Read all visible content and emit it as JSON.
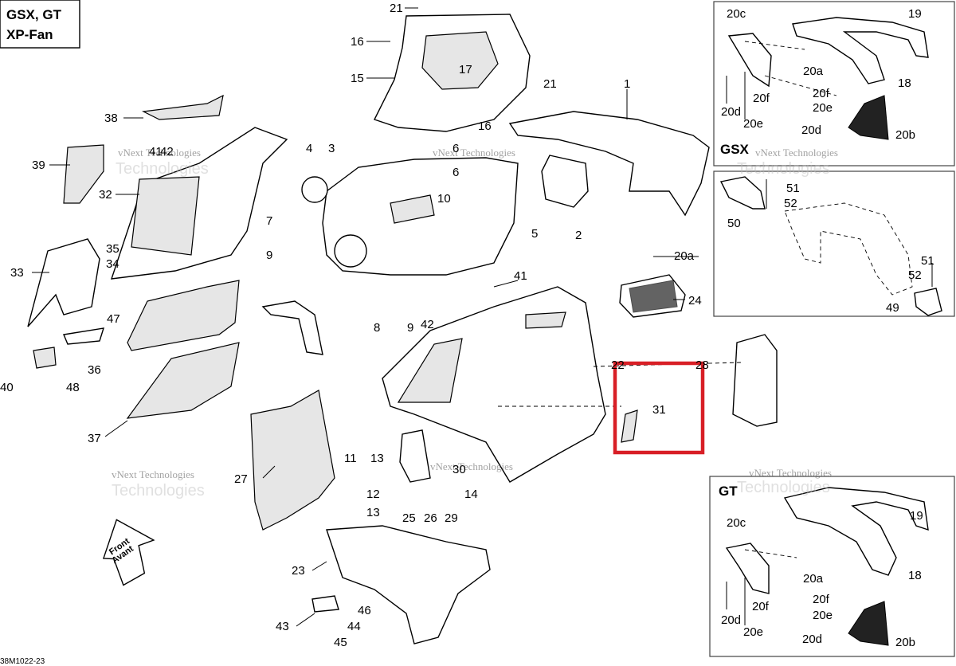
{
  "title_box": {
    "line1": "GSX, GT",
    "line2": "XP-Fan"
  },
  "inset_labels": {
    "gsx": "GSX",
    "gt": "GT"
  },
  "front_arrow": {
    "line1": "Front",
    "line2": "Avant"
  },
  "drawing_code": "38M1022-23",
  "watermark": {
    "line1": "vNext Technologies",
    "line2": "Technologies"
  },
  "callouts": [
    {
      "id": "c21a",
      "text": "21"
    },
    {
      "id": "c16a",
      "text": "16"
    },
    {
      "id": "c15",
      "text": "15"
    },
    {
      "id": "c17",
      "text": "17"
    },
    {
      "id": "c21b",
      "text": "21"
    },
    {
      "id": "c16b",
      "text": "16"
    },
    {
      "id": "c1",
      "text": "1"
    },
    {
      "id": "c38",
      "text": "38"
    },
    {
      "id": "c41a",
      "text": "41"
    },
    {
      "id": "c42a",
      "text": "42"
    },
    {
      "id": "c39",
      "text": "39"
    },
    {
      "id": "c32",
      "text": "32"
    },
    {
      "id": "c4",
      "text": "4"
    },
    {
      "id": "c3",
      "text": "3"
    },
    {
      "id": "c6a",
      "text": "6"
    },
    {
      "id": "c6b",
      "text": "6"
    },
    {
      "id": "c10",
      "text": "10"
    },
    {
      "id": "c2",
      "text": "2"
    },
    {
      "id": "c7",
      "text": "7"
    },
    {
      "id": "c5",
      "text": "5"
    },
    {
      "id": "c9a",
      "text": "9"
    },
    {
      "id": "c35",
      "text": "35"
    },
    {
      "id": "c34",
      "text": "34"
    },
    {
      "id": "c33",
      "text": "33"
    },
    {
      "id": "c41b",
      "text": "41"
    },
    {
      "id": "c8",
      "text": "8"
    },
    {
      "id": "c9b",
      "text": "9"
    },
    {
      "id": "c42b",
      "text": "42"
    },
    {
      "id": "c47",
      "text": "47"
    },
    {
      "id": "c36",
      "text": "36"
    },
    {
      "id": "c40",
      "text": "40"
    },
    {
      "id": "c48",
      "text": "48"
    },
    {
      "id": "c20a_main",
      "text": "20a"
    },
    {
      "id": "c24",
      "text": "24"
    },
    {
      "id": "c22",
      "text": "22"
    },
    {
      "id": "c28",
      "text": "28"
    },
    {
      "id": "c31",
      "text": "31"
    },
    {
      "id": "c37",
      "text": "37"
    },
    {
      "id": "c27",
      "text": "27"
    },
    {
      "id": "c11",
      "text": "11"
    },
    {
      "id": "c13a",
      "text": "13"
    },
    {
      "id": "c30",
      "text": "30"
    },
    {
      "id": "c12",
      "text": "12"
    },
    {
      "id": "c14",
      "text": "14"
    },
    {
      "id": "c13b",
      "text": "13"
    },
    {
      "id": "c25",
      "text": "25"
    },
    {
      "id": "c26",
      "text": "26"
    },
    {
      "id": "c29",
      "text": "29"
    },
    {
      "id": "c23",
      "text": "23"
    },
    {
      "id": "c43",
      "text": "43"
    },
    {
      "id": "c44",
      "text": "44"
    },
    {
      "id": "c46",
      "text": "46"
    },
    {
      "id": "c45",
      "text": "45"
    },
    {
      "id": "g20c",
      "text": "20c"
    },
    {
      "id": "g19",
      "text": "19"
    },
    {
      "id": "g20a",
      "text": "20a"
    },
    {
      "id": "g18",
      "text": "18"
    },
    {
      "id": "g20f",
      "text": "20f"
    },
    {
      "id": "g20f2",
      "text": "20f"
    },
    {
      "id": "g20e",
      "text": "20e"
    },
    {
      "id": "g20d",
      "text": "20d"
    },
    {
      "id": "g20e2",
      "text": "20e"
    },
    {
      "id": "g20d2",
      "text": "20d"
    },
    {
      "id": "g20b",
      "text": "20b"
    },
    {
      "id": "m51a",
      "text": "51"
    },
    {
      "id": "m52a",
      "text": "52"
    },
    {
      "id": "m50",
      "text": "50"
    },
    {
      "id": "m51b",
      "text": "51"
    },
    {
      "id": "m52b",
      "text": "52"
    },
    {
      "id": "m49",
      "text": "49"
    },
    {
      "id": "t20c",
      "text": "20c"
    },
    {
      "id": "t19",
      "text": "19"
    },
    {
      "id": "t20a",
      "text": "20a"
    },
    {
      "id": "t18",
      "text": "18"
    },
    {
      "id": "t20f",
      "text": "20f"
    },
    {
      "id": "t20d",
      "text": "20d"
    },
    {
      "id": "t20e",
      "text": "20e"
    },
    {
      "id": "t20f2",
      "text": "20f"
    },
    {
      "id": "t20e2",
      "text": "20e"
    },
    {
      "id": "t20d2",
      "text": "20d"
    },
    {
      "id": "t20b",
      "text": "20b"
    }
  ],
  "highlight": {
    "color": "#d81f26",
    "encloses": "31"
  },
  "colors": {
    "ink": "#000000",
    "highlight": "#d81f26",
    "panel_fill": "#e6e6e6"
  }
}
